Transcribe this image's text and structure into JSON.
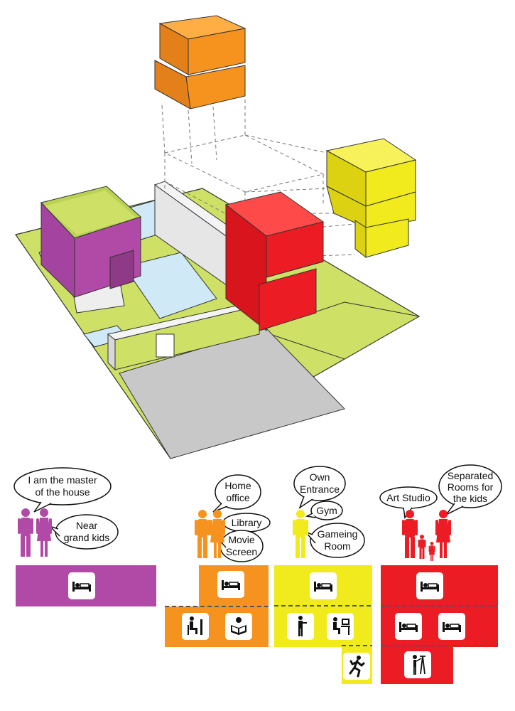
{
  "colors": {
    "purple": "#b04aa6",
    "orange": "#f5931e",
    "yellow": "#f1ea1c",
    "red": "#ec1c24",
    "lawn": "#cfe066",
    "pool": "#cfe9f6",
    "paving": "#c8c8c8",
    "wall": "#eeeeee"
  },
  "bubbles": {
    "master": [
      "I am the master",
      "of the house"
    ],
    "grandkids": [
      "Near",
      "grand kids"
    ],
    "home_office": [
      "Home",
      "office"
    ],
    "library": [
      "Library"
    ],
    "movie": [
      "Movie",
      "Screen"
    ],
    "own_entrance": [
      "Own",
      "Entrance"
    ],
    "gym": [
      "Gym"
    ],
    "gaming": [
      "Gameing",
      "Room"
    ],
    "art_studio": [
      "Art Studio"
    ],
    "separated": [
      "Separated",
      "Rooms for",
      "the kids"
    ]
  },
  "icons": {
    "purple": [
      "bed-icon"
    ],
    "orange": [
      "bed-icon",
      "office-desk-icon",
      "reading-icon"
    ],
    "yellow": [
      "bed-icon",
      "person-standing-icon",
      "computer-desk-icon",
      "running-icon"
    ],
    "red": [
      "bed-icon",
      "bed-icon",
      "bed-icon",
      "easel-painter-icon"
    ]
  }
}
